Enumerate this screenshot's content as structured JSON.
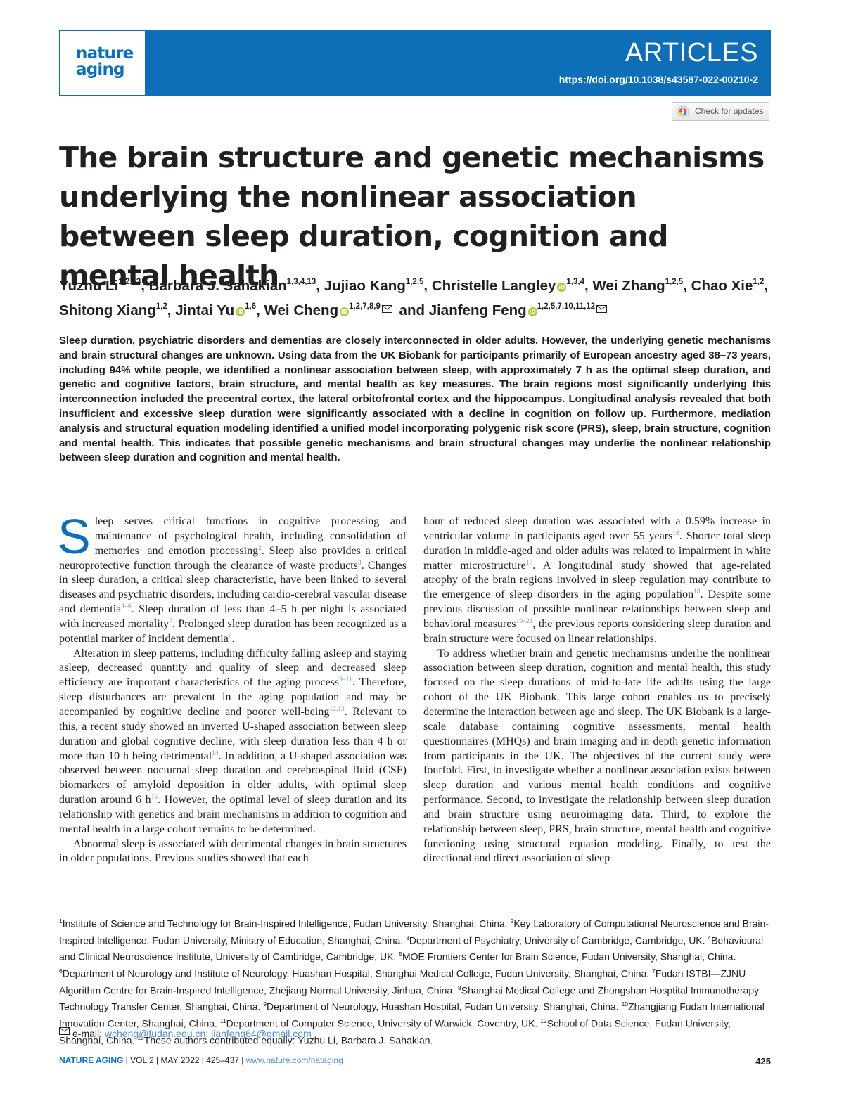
{
  "header": {
    "logo_line1": "nature",
    "logo_line2": "aging",
    "section": "ARTICLES",
    "doi": "https://doi.org/10.1038/s43587-022-00210-2",
    "check_updates": "Check for updates"
  },
  "title": "The brain structure and genetic mechanisms underlying the nonlinear association between sleep duration, cognition and mental health",
  "authors": [
    {
      "name": "Yuzhu Li",
      "sup": "1,2,13",
      "orcid": false,
      "email": false,
      "sep": ", "
    },
    {
      "name": "Barbara J. Sahakian",
      "sup": "1,3,4,13",
      "orcid": false,
      "email": false,
      "sep": ", "
    },
    {
      "name": "Jujiao Kang",
      "sup": "1,2,5",
      "orcid": false,
      "email": false,
      "sep": ", "
    },
    {
      "name": "Christelle Langley",
      "sup": "1,3,4",
      "orcid": true,
      "email": false,
      "sep": ", "
    },
    {
      "name": "Wei Zhang",
      "sup": "1,2,5",
      "orcid": false,
      "email": false,
      "sep": ", "
    },
    {
      "name": "Chao Xie",
      "sup": "1,2",
      "orcid": false,
      "email": false,
      "sep": ", "
    },
    {
      "name": "Shitong Xiang",
      "sup": "1,2",
      "orcid": false,
      "email": false,
      "sep": ", "
    },
    {
      "name": "Jintai Yu",
      "sup": "1,6",
      "orcid": true,
      "email": false,
      "sep": ", "
    },
    {
      "name": "Wei Cheng",
      "sup": "1,2,7,8,9",
      "orcid": true,
      "email": true,
      "sep": " and "
    },
    {
      "name": "Jianfeng Feng",
      "sup": "1,2,5,7,10,11,12",
      "orcid": true,
      "email": true,
      "sep": ""
    }
  ],
  "abstract": "Sleep duration, psychiatric disorders and dementias are closely interconnected in older adults. However, the underlying genetic mechanisms and brain structural changes are unknown. Using data from the UK Biobank for participants primarily of European ancestry aged 38–73 years, including 94% white people, we identified a nonlinear association between sleep, with approximately 7 h as the optimal sleep duration, and genetic and cognitive factors, brain structure, and mental health as key measures. The brain regions most significantly underlying this interconnection included the precentral cortex, the lateral orbitofrontal cortex and the hippocampus. Longitudinal analysis revealed that both insufficient and excessive sleep duration were significantly associated with a decline in cognition on follow up. Furthermore, mediation analysis and structural equation modeling identified a unified model incorporating polygenic risk score (PRS), sleep, brain structure, cognition and mental health. This indicates that possible genetic mechanisms and brain structural changes may underlie the nonlinear relationship between sleep duration and cognition and mental health.",
  "body_left": [
    {
      "type": "first",
      "dropcap": "S",
      "segments": [
        {
          "t": "leep serves critical functions in cognitive processing and maintenance of psychological health, including consolidation of memories"
        },
        {
          "r": "1"
        },
        {
          "t": " and emotion processing"
        },
        {
          "r": "2"
        },
        {
          "t": ". Sleep also provides a critical neuroprotective function through the clearance of waste products"
        },
        {
          "r": "3"
        },
        {
          "t": ". Changes in sleep duration, a critical sleep characteristic, have been linked to several diseases and psychiatric disorders, including cardio-cerebral vascular disease and dementia"
        },
        {
          "r": "4–6"
        },
        {
          "t": ". Sleep duration of less than 4–5 h per night is associated with increased mortality"
        },
        {
          "r": "7"
        },
        {
          "t": ". Prolonged sleep duration has been recognized as a potential marker of incident dementia"
        },
        {
          "r": "8"
        },
        {
          "t": "."
        }
      ]
    },
    {
      "type": "para",
      "segments": [
        {
          "t": "Alteration in sleep patterns, including difficulty falling asleep and staying asleep, decreased quantity and quality of sleep and decreased sleep efficiency are important characteristics of the aging process"
        },
        {
          "r": "9–11"
        },
        {
          "t": ". Therefore, sleep disturbances are prevalent in the aging population and may be accompanied by cognitive decline and poorer well-being"
        },
        {
          "r": "12,13"
        },
        {
          "t": ". Relevant to this, a recent study showed an inverted U-shaped association between sleep duration and global cognitive decline, with sleep duration less than 4 h or more than 10 h being detrimental"
        },
        {
          "r": "14"
        },
        {
          "t": ". In addition, a U-shaped association was observed between nocturnal sleep duration and cerebrospinal fluid (CSF) biomarkers of amyloid deposition in older adults, with optimal sleep duration around 6 h"
        },
        {
          "r": "15"
        },
        {
          "t": ". However, the optimal level of sleep duration and its relationship with genetics and brain mechanisms in addition to cognition and mental health in a large cohort remains to be determined."
        }
      ]
    },
    {
      "type": "para",
      "segments": [
        {
          "t": "Abnormal sleep is associated with detrimental changes in brain structures in older populations. Previous studies showed that each"
        }
      ]
    }
  ],
  "body_right": [
    {
      "type": "cont",
      "segments": [
        {
          "t": "hour of reduced sleep duration was associated with a 0.59% increase in ventricular volume in participants aged over 55 years"
        },
        {
          "r": "16"
        },
        {
          "t": ". Shorter total sleep duration in middle-aged and older adults was related to impairment in white matter microstructure"
        },
        {
          "r": "17"
        },
        {
          "t": ". A longitudinal study showed that age-related atrophy of the brain regions involved in sleep regulation may contribute to the emergence of sleep disorders in the aging population"
        },
        {
          "r": "18"
        },
        {
          "t": ". Despite some previous discussion of possible nonlinear relationships between sleep and behavioral measures"
        },
        {
          "r": "19–21"
        },
        {
          "t": ", the previous reports considering sleep duration and brain structure were focused on linear relationships."
        }
      ]
    },
    {
      "type": "para",
      "segments": [
        {
          "t": "To address whether brain and genetic mechanisms underlie the nonlinear association between sleep duration, cognition and mental health, this study focused on the sleep durations of mid-to-late life adults using the large cohort of the UK Biobank. This large cohort enables us to precisely determine the interaction between age and sleep. The UK Biobank is a large-scale database containing cognitive assessments, mental health questionnaires (MHQs) and brain imaging and in-depth genetic information from participants in the UK. The objectives of the current study were fourfold. First, to investigate whether a nonlinear association exists between sleep duration and various mental health conditions and cognitive performance. Second, to investigate the relationship between sleep duration and brain structure using neuroimaging data. Third, to explore the relationship between sleep, PRS, brain structure, mental health and cognitive functioning using structural equation modeling. Finally, to test the directional and direct association of sleep"
        }
      ]
    }
  ],
  "affiliations": [
    {
      "n": "1",
      "t": "Institute of Science and Technology for Brain-Inspired Intelligence, Fudan University, Shanghai, China. "
    },
    {
      "n": "2",
      "t": "Key Laboratory of Computational Neuroscience and Brain-Inspired Intelligence, Fudan University, Ministry of Education, Shanghai, China. "
    },
    {
      "n": "3",
      "t": "Department of Psychiatry, University of Cambridge, Cambridge, UK. "
    },
    {
      "n": "4",
      "t": "Behavioural and Clinical Neuroscience Institute, University of Cambridge, Cambridge, UK. "
    },
    {
      "n": "5",
      "t": "MOE Frontiers Center for Brain Science, Fudan University, Shanghai, China. "
    },
    {
      "n": "6",
      "t": "Department of Neurology and Institute of Neurology, Huashan Hospital, Shanghai Medical College, Fudan University, Shanghai, China. "
    },
    {
      "n": "7",
      "t": "Fudan ISTBI—ZJNU Algorithm Centre for Brain-Inspired Intelligence, Zhejiang Normal University, Jinhua, China. "
    },
    {
      "n": "8",
      "t": "Shanghai Medical College and Zhongshan Hosptital Immunotherapy Technology Transfer Center, Shanghai, China. "
    },
    {
      "n": "9",
      "t": "Department of Neurology, Huashan Hospital, Fudan University, Shanghai, China. "
    },
    {
      "n": "10",
      "t": "Zhangjiang Fudan International Innovation Center, Shanghai, China. "
    },
    {
      "n": "11",
      "t": "Department of Computer Science, University of Warwick, Coventry, UK. "
    },
    {
      "n": "12",
      "t": "School of Data Science, Fudan University, Shanghai, China. "
    },
    {
      "n": "13",
      "t": "These authors contributed equally: Yuzhu Li, Barbara J. Sahakian."
    }
  ],
  "email": {
    "label": "e-mail: ",
    "addr1": "wcheng@fudan.edu.cn",
    "sep": "; ",
    "addr2": "jianfeng64@gmail.com"
  },
  "footer": {
    "journal": "NATURE AGING",
    "meta": " | VOL 2 | MAY 2022 | 425–437 | ",
    "url": "www.nature.com/nataging",
    "page": "425"
  },
  "colors": {
    "brand_blue": "#0e6eb8",
    "ref_blue": "#6a9fd0",
    "orcid_green": "#a6ce39"
  }
}
